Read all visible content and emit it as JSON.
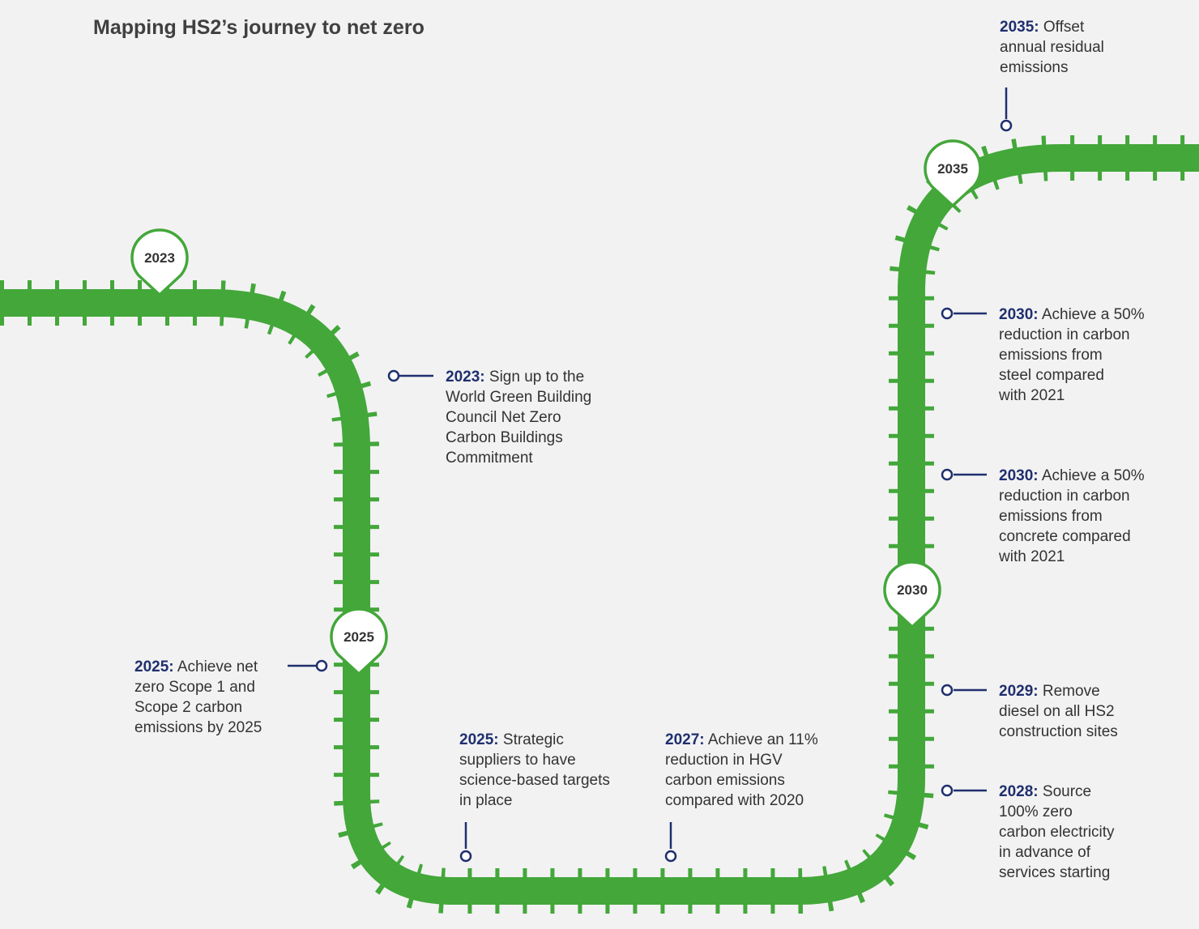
{
  "title": "Mapping HS2’s journey to net zero",
  "colors": {
    "track": "#43a73a",
    "pin_border": "#43a73a",
    "pin_fill": "#ffffff",
    "connector": "#1f2f6e",
    "year_text": "#1f2f6e",
    "body_text": "#333333",
    "background": "#f2f2f2"
  },
  "pins": [
    "2023",
    "2025",
    "2030",
    "2035"
  ],
  "milestones": [
    {
      "year": "2023:",
      "lines": [
        "Sign up to the",
        "World Green Building",
        "Council Net Zero",
        "Carbon Buildings",
        "Commitment"
      ]
    },
    {
      "year": "2025:",
      "lines": [
        "Achieve net",
        "zero Scope 1 and",
        "Scope 2 carbon",
        "emissions by 2025"
      ]
    },
    {
      "year": "2025:",
      "lines": [
        "Strategic",
        "suppliers to have",
        "science-based targets",
        "in place"
      ]
    },
    {
      "year": "2027:",
      "lines": [
        "Achieve an 11%",
        "reduction in HGV",
        "carbon emissions",
        "compared with 2020"
      ]
    },
    {
      "year": "2028:",
      "lines": [
        "Source",
        "100% zero",
        "carbon electricity",
        "in advance of",
        "services starting"
      ]
    },
    {
      "year": "2029:",
      "lines": [
        "Remove",
        "diesel on all HS2",
        "construction sites"
      ]
    },
    {
      "year": "2030:",
      "lines": [
        "Achieve a 50%",
        "reduction in carbon",
        "emissions from",
        "concrete compared",
        "with 2021"
      ]
    },
    {
      "year": "2030:",
      "lines": [
        "Achieve a 50%",
        "reduction in carbon",
        "emissions from",
        "steel compared",
        "with 2021"
      ]
    },
    {
      "year": "2035:",
      "lines": [
        "Offset",
        "annual residual",
        "emissions"
      ]
    }
  ]
}
